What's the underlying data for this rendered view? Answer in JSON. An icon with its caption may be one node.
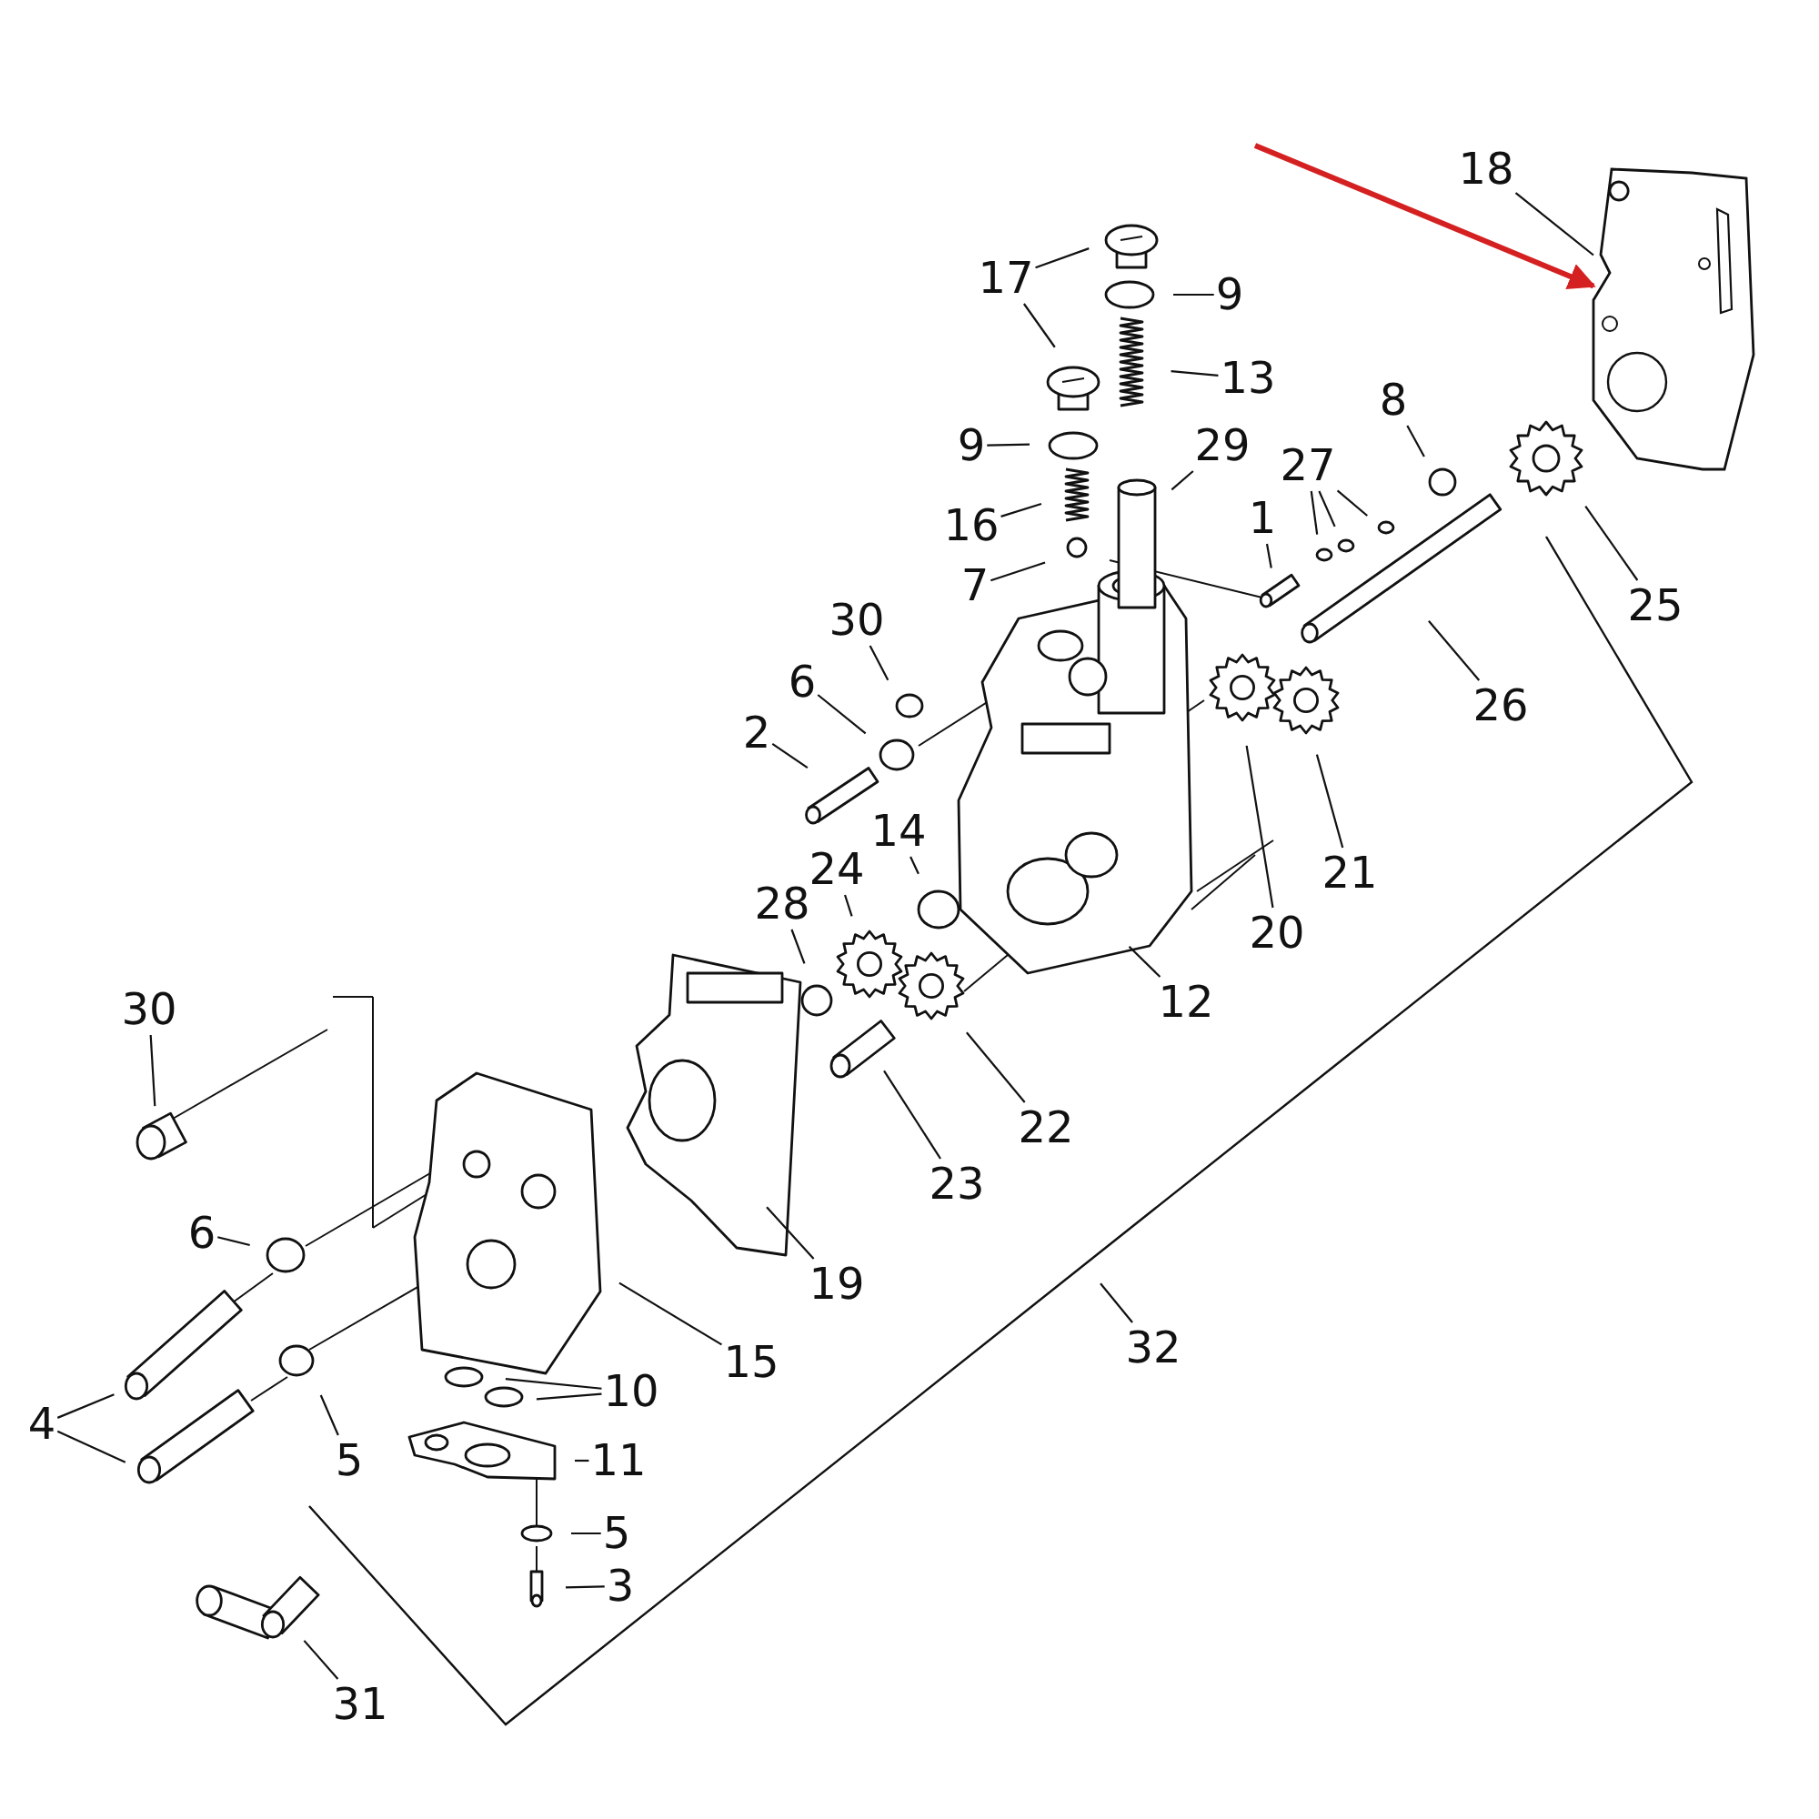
{
  "diagram": {
    "nodes": [
      {
        "text": [
          "18"
        ]
      },
      {
        "text": [
          "17"
        ]
      },
      {
        "text": [
          "9"
        ]
      },
      {
        "text": [
          "13"
        ]
      },
      {
        "text": [
          "8"
        ]
      },
      {
        "text": [
          "9"
        ]
      },
      {
        "text": [
          "29"
        ]
      },
      {
        "text": [
          "27"
        ]
      },
      {
        "text": [
          "16"
        ]
      },
      {
        "text": [
          "1"
        ]
      },
      {
        "text": [
          "7"
        ]
      },
      {
        "text": [
          "25"
        ]
      },
      {
        "text": [
          "30"
        ]
      },
      {
        "text": [
          "6"
        ]
      },
      {
        "text": [
          "26"
        ]
      },
      {
        "text": [
          "2"
        ]
      },
      {
        "text": [
          "14"
        ]
      },
      {
        "text": [
          "24"
        ]
      },
      {
        "text": [
          "21"
        ]
      },
      {
        "text": [
          "28"
        ]
      },
      {
        "text": [
          "20"
        ]
      },
      {
        "text": [
          "12"
        ]
      },
      {
        "text": [
          "30"
        ]
      },
      {
        "text": [
          "22"
        ]
      },
      {
        "text": [
          "23"
        ]
      },
      {
        "text": [
          "6"
        ]
      },
      {
        "text": [
          "19"
        ]
      },
      {
        "text": [
          "32"
        ]
      },
      {
        "text": [
          "15"
        ]
      },
      {
        "text": [
          "10"
        ]
      },
      {
        "text": [
          "4"
        ]
      },
      {
        "text": [
          "11"
        ]
      },
      {
        "text": [
          "5"
        ]
      },
      {
        "text": [
          "5"
        ]
      },
      {
        "text": [
          "3"
        ]
      },
      {
        "text": [
          "31"
        ]
      },
      {
        "text": [],
        "shape": "picture"
      }
    ],
    "edges": [
      {
        "from": 0,
        "to": 36,
        "arrow": "none"
      },
      {
        "from": 1,
        "to": null,
        "arrow": "none"
      },
      {
        "from": 1,
        "to": null,
        "arrow": "none"
      },
      {
        "from": 2,
        "to": null,
        "arrow": "none"
      },
      {
        "from": 3,
        "to": null,
        "arrow": "none"
      },
      {
        "from": 4,
        "to": null,
        "arrow": "none"
      },
      {
        "from": 5,
        "to": null,
        "arrow": "none"
      },
      {
        "from": 6,
        "to": null,
        "arrow": "none"
      },
      {
        "from": 7,
        "to": null,
        "arrow": "none"
      },
      {
        "from": 7,
        "to": null,
        "arrow": "none"
      },
      {
        "from": 7,
        "to": null,
        "arrow": "none"
      },
      {
        "from": 8,
        "to": null,
        "arrow": "none"
      },
      {
        "from": 9,
        "to": null,
        "arrow": "none"
      },
      {
        "from": 10,
        "to": null,
        "arrow": "none"
      },
      {
        "from": 11,
        "to": null,
        "arrow": "none"
      },
      {
        "from": 12,
        "to": null,
        "arrow": "none"
      },
      {
        "from": 13,
        "to": null,
        "arrow": "none"
      },
      {
        "from": 14,
        "to": null,
        "arrow": "none"
      },
      {
        "from": 15,
        "to": null,
        "arrow": "none"
      },
      {
        "from": 16,
        "to": null,
        "arrow": "none"
      },
      {
        "from": 17,
        "to": null,
        "arrow": "none"
      },
      {
        "from": 18,
        "to": null,
        "arrow": "none"
      },
      {
        "from": 19,
        "to": null,
        "arrow": "none"
      },
      {
        "from": 20,
        "to": null,
        "arrow": "none"
      },
      {
        "from": 21,
        "to": null,
        "arrow": "none"
      },
      {
        "from": 22,
        "to": null,
        "arrow": "none"
      },
      {
        "from": 23,
        "to": null,
        "arrow": "none"
      },
      {
        "from": 24,
        "to": null,
        "arrow": "none"
      },
      {
        "from": 25,
        "to": null,
        "arrow": "none"
      },
      {
        "from": 26,
        "to": null,
        "arrow": "none"
      },
      {
        "from": 27,
        "to": null,
        "arrow": "none"
      },
      {
        "from": 28,
        "to": null,
        "arrow": "none"
      },
      {
        "from": 29,
        "to": null,
        "arrow": "none"
      },
      {
        "from": 29,
        "to": null,
        "arrow": "none"
      },
      {
        "from": 30,
        "to": null,
        "arrow": "none"
      },
      {
        "from": 30,
        "to": null,
        "arrow": "none"
      },
      {
        "from": 31,
        "to": null,
        "arrow": "none"
      },
      {
        "from": 32,
        "to": null,
        "arrow": "none"
      },
      {
        "from": 33,
        "to": null,
        "arrow": "none"
      },
      {
        "from": 34,
        "to": null,
        "arrow": "none"
      },
      {
        "from": 35,
        "to": null,
        "arrow": "none"
      },
      {
        "from": null,
        "to": 36,
        "arrow": "to",
        "style": "thick",
        "color": "#d42020"
      }
    ]
  }
}
